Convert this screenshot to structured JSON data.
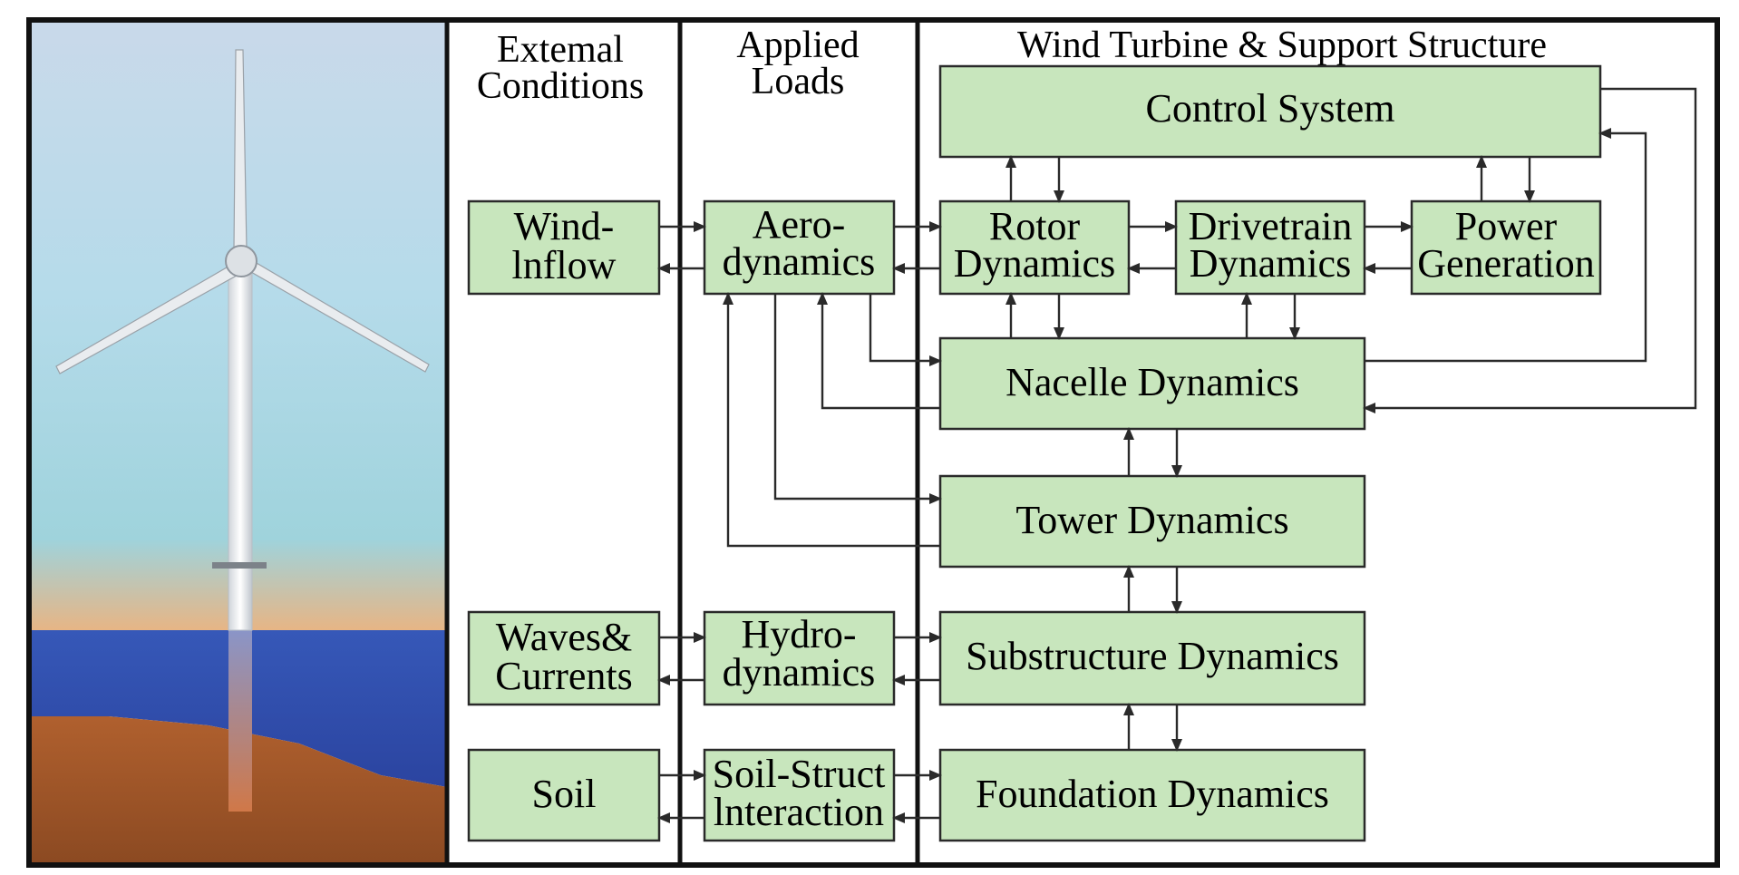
{
  "columns": {
    "external_title_line1": "Extemal",
    "external_title_line2": "Conditions",
    "loads_title_line1": "Applied",
    "loads_title_line2": "Loads",
    "turbine_title": "Wind Turbine & Support Structure"
  },
  "boxes": {
    "control_system": "Control System",
    "wind_inflow_line1": "Wind-",
    "wind_inflow_line2": "lnflow",
    "aerodynamics_line1": "Aero-",
    "aerodynamics_line2": "dynamics",
    "rotor_line1": "Rotor",
    "rotor_line2": "Dynamics",
    "drivetrain_line1": "Drivetrain",
    "drivetrain_line2": "Dynamics",
    "power_line1": "Power",
    "power_line2": "Generation",
    "nacelle": "Nacelle Dynamics",
    "tower": "Tower Dynamics",
    "waves_line1": "Waves&",
    "waves_line2": "Currents",
    "hydro_line1": "Hydro-",
    "hydro_line2": "dynamics",
    "substructure": "Substructure Dynamics",
    "soil": "Soil",
    "soil_struct_line1": "Soil-Struct",
    "soil_struct_line2": "lnteraction",
    "foundation": "Foundation Dynamics"
  },
  "colors": {
    "box_fill": "#c8e6bd",
    "sky_top": "#c9d9ea",
    "sky_mid": "#b7dcea",
    "horizon": "#e7b585",
    "sea": "#2e4fb2",
    "seabed": "#a85a2c"
  }
}
